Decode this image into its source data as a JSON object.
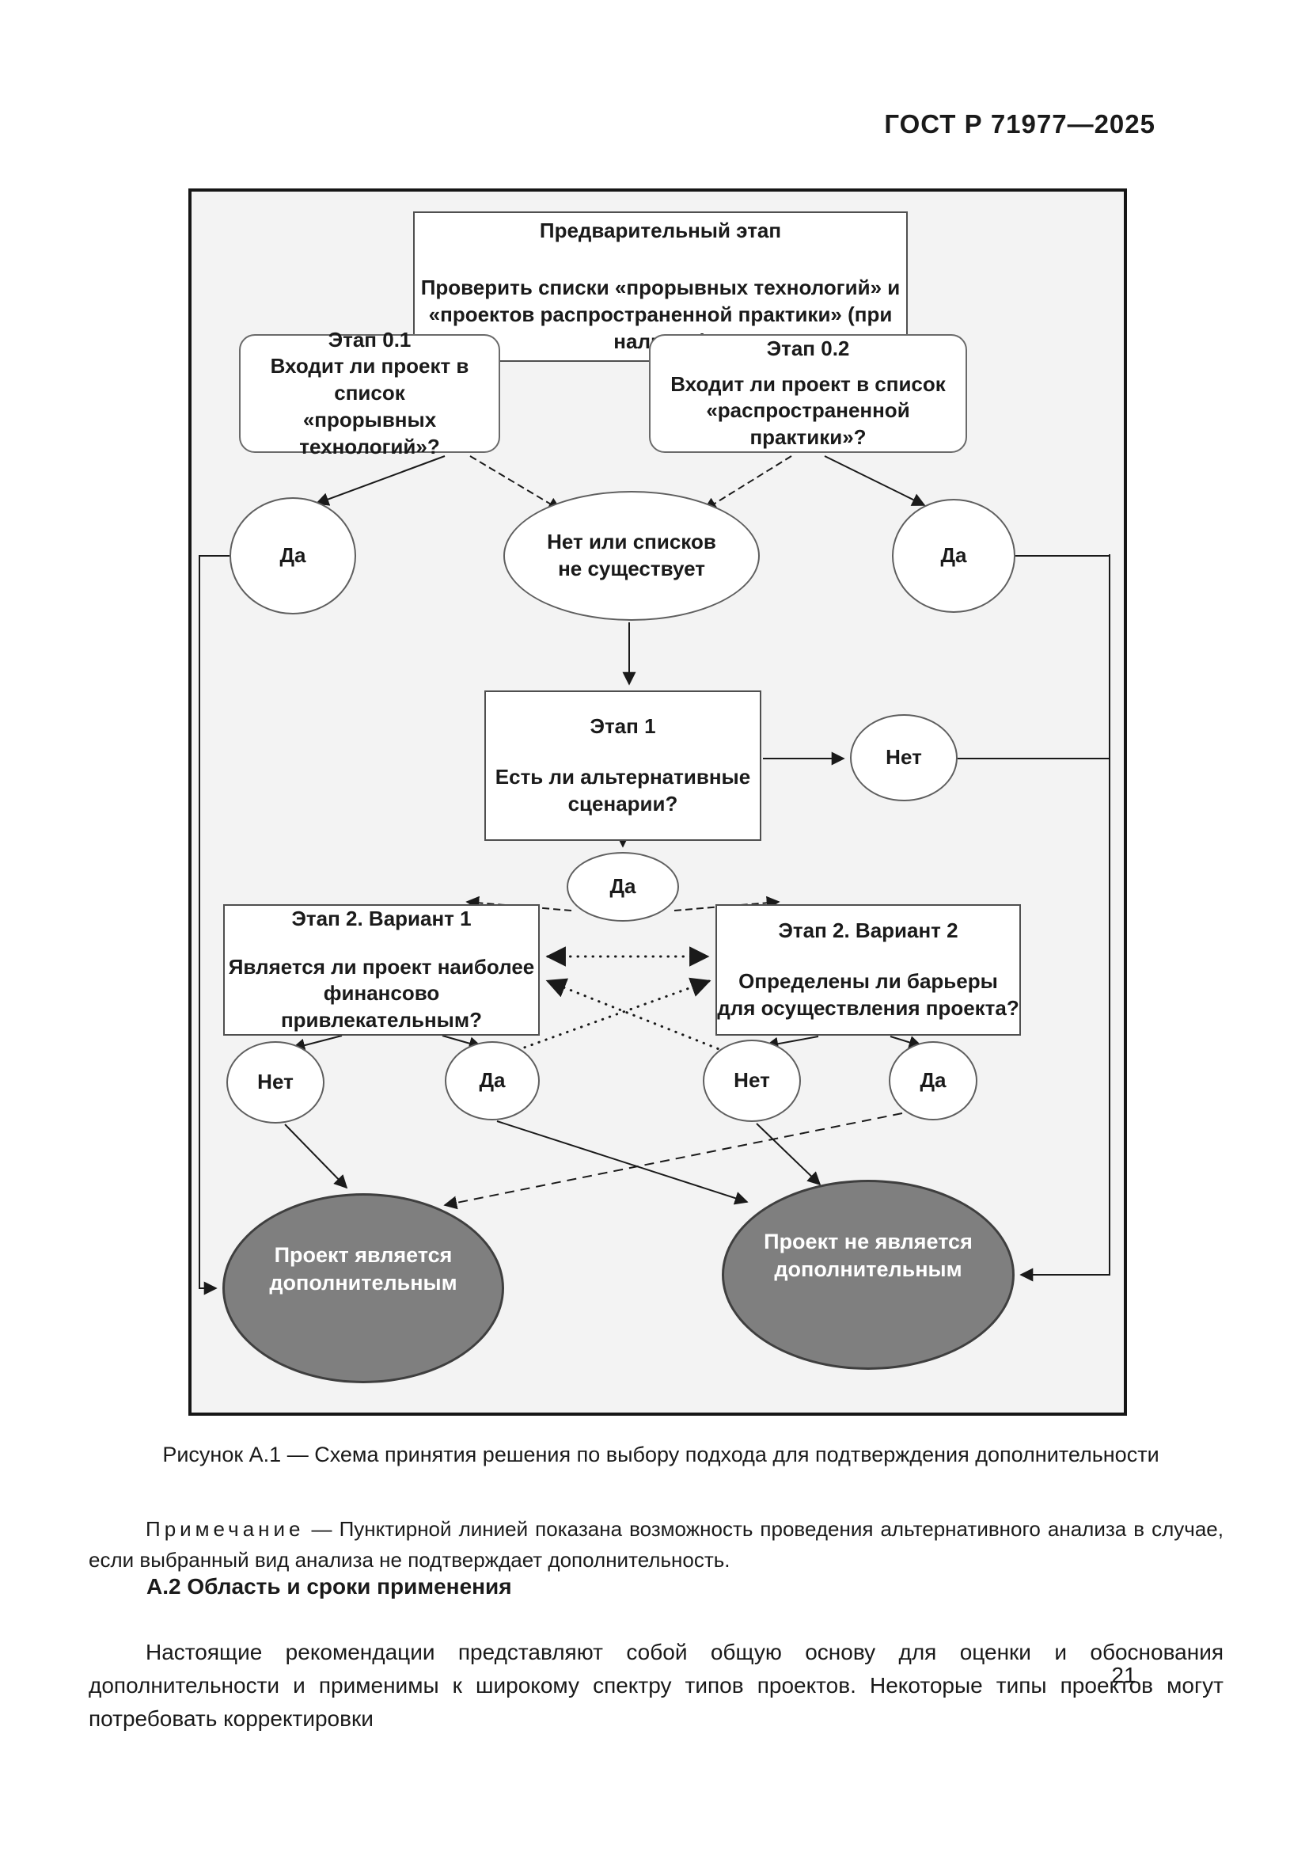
{
  "page": {
    "header": "ГОСТ Р 71977—2025",
    "page_number": "21"
  },
  "figure": {
    "caption": "Рисунок А.1 — Схема принятия решения по выбору подхода для подтверждения дополнительности",
    "note_label": "Примечание",
    "note_text": "— Пунктирной линией показана возможность проведения альтернативного анализа в случае, если выбранный вид анализа не подтверждает дополнительность."
  },
  "section": {
    "heading": "А.2 Область и сроки применения",
    "body": "Настоящие рекомендации представляют собой общую основу для оценки и обоснования дополнительности и применимы к широкому спектру типов проектов. Некоторые типы проектов могут потребовать корректировки"
  },
  "flowchart": {
    "pre_stage": {
      "title": "Предварительный этап",
      "line1": "Проверить списки «прорывных технологий» и",
      "line2": "«проектов распространенной практики» (при наличии)"
    },
    "step_0_1": {
      "title": "Этап 0.1",
      "line1": "Входит ли проект в список",
      "line2": "«прорывных технологий»?"
    },
    "step_0_2": {
      "title": "Этап 0.2",
      "line1": "Входит ли проект в список",
      "line2": "«распространенной практики»?"
    },
    "yes_left": "Да",
    "no_lists": {
      "line1": "Нет или списков",
      "line2": "не существует"
    },
    "yes_right": "Да",
    "step_1": {
      "title": "Этап 1",
      "line1": "Есть ли альтернативные",
      "line2": "сценарии?"
    },
    "step_1_no": "Нет",
    "step_1_yes": "Да",
    "step_2_v1": {
      "title": "Этап 2. Вариант 1",
      "line1": "Является ли проект наиболее",
      "line2": "финансово привлекательным?"
    },
    "step_2_v2": {
      "title": "Этап 2. Вариант 2",
      "line1": "Определены ли барьеры",
      "line2": "для осуществления проекта?"
    },
    "v1_no": "Нет",
    "v1_yes": "Да",
    "v2_no": "Нет",
    "v2_yes": "Да",
    "outcome_additional": {
      "line1": "Проект является",
      "line2": "дополнительным"
    },
    "outcome_not_additional": {
      "line1": "Проект не является",
      "line2": "дополнительным"
    }
  },
  "colors": {
    "frame_bg": "#f3f3f3",
    "gray_ellipse_fill": "#7f7f7f",
    "gray_ellipse_text": "#ffffff",
    "line": "#1a1a1a"
  }
}
